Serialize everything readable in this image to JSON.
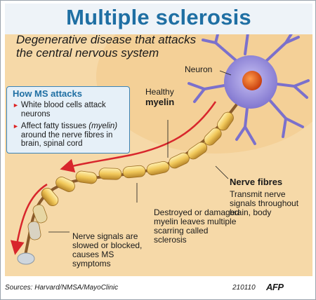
{
  "title": "Multiple sclerosis",
  "subtitle": "Degenerative disease that attacks the central nervous system",
  "labels": {
    "neuron": "Neuron",
    "healthy": "Healthy",
    "myelin": "myelin",
    "nerve_fibres_title": "Nerve fibres",
    "nerve_fibres_text": "Transmit nerve signals throughout brain, body",
    "destroyed": "Destroyed or damaged myelin leaves multiple scarring called sclerosis",
    "signals": "Nerve signals are slowed or blocked, causes MS symptoms"
  },
  "how_ms": {
    "title": "How MS attacks",
    "items": [
      {
        "text": "White blood cells attack neurons"
      },
      {
        "text_before": "Affect fatty tissues ",
        "italic": "(myelin)",
        "text_after": " around the nerve fibres in brain, spinal cord"
      }
    ]
  },
  "footer": {
    "sources": "Sources: Harvard/NMSA/MayoClinic",
    "code": "210110",
    "agency": "AFP"
  },
  "colors": {
    "title": "#1f6fa3",
    "panel": "#f6d9a8",
    "neuron": "#8a7fd6",
    "nucleus": "#e0551f",
    "myelin": "#f1c85a",
    "signal_arrow": "#d8262c"
  }
}
